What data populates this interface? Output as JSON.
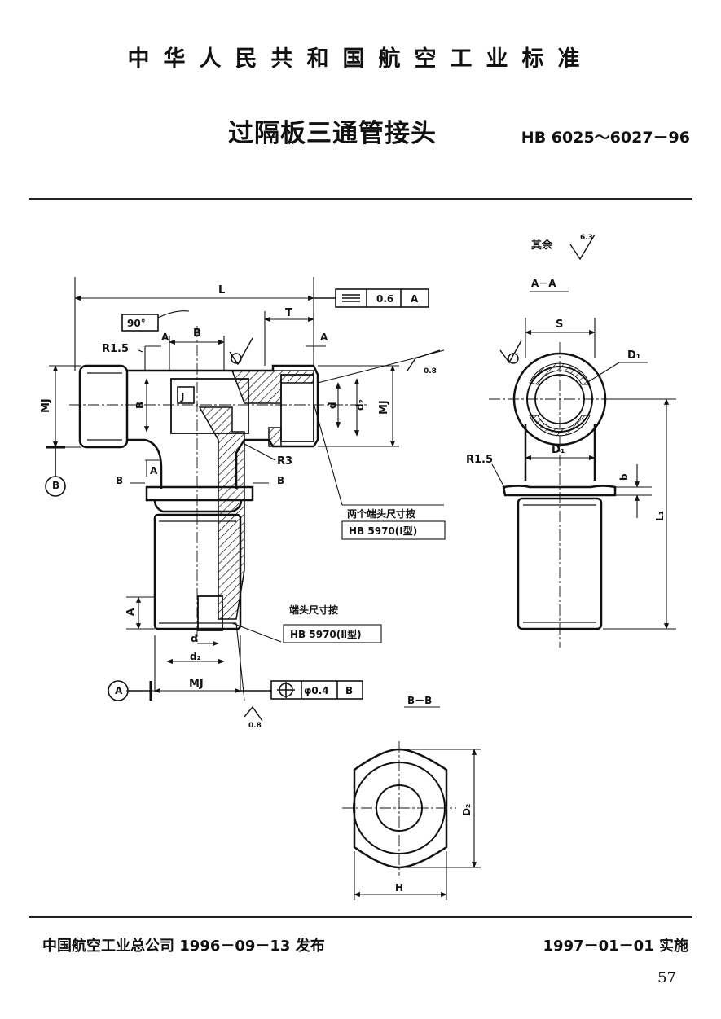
{
  "header": {
    "standard_body": "中华人民共和国航空工业标准",
    "title": "过隔板三通管接头",
    "standard_number": "HB 6025～6027－96"
  },
  "drawing": {
    "surface_note": "其余",
    "surface_value": "6.3",
    "surface_value_small": "0.8",
    "section_aa": "A－A",
    "section_bb": "B－B",
    "dims": {
      "L": "L",
      "T": "T",
      "B": "B",
      "S": "S",
      "H": "H",
      "MJ": "MJ",
      "d": "d",
      "d2": "d₂",
      "D1": "D₁",
      "D2": "D₂",
      "L1": "L₁",
      "b": "b",
      "R15": "R1.5",
      "R3": "R3",
      "angle": "90°",
      "A": "A",
      "J": "J"
    },
    "tolerance_flatness": {
      "value": "0.6",
      "datum": "A"
    },
    "tolerance_position": {
      "value": "φ0.4",
      "datum": "B"
    },
    "datum_a": "A",
    "datum_b": "B",
    "note_two_ends_line1": "两个端头尺寸按",
    "note_two_ends_line2": "HB 5970(Ⅰ型)",
    "note_end_line1": "端头尺寸按",
    "note_end_line2": "HB 5970(Ⅱ型)"
  },
  "footer": {
    "issuer": "中国航空工业总公司 1996－09－13 发布",
    "effective": "1997－01－01 实施",
    "page": "57"
  }
}
